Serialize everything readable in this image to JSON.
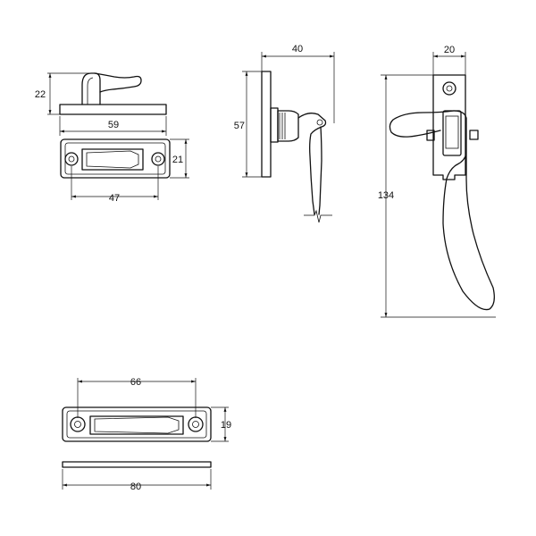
{
  "dimensions": {
    "keep_top_height": "22",
    "keep_top_width": "59",
    "keep_plan_height": "21",
    "keep_plan_holes": "47",
    "fastener_side_width": "40",
    "fastener_side_height": "57",
    "fastener_front_width": "20",
    "fastener_front_height": "134",
    "mortice_holes": "66",
    "mortice_height": "19",
    "mortice_width": "80"
  }
}
